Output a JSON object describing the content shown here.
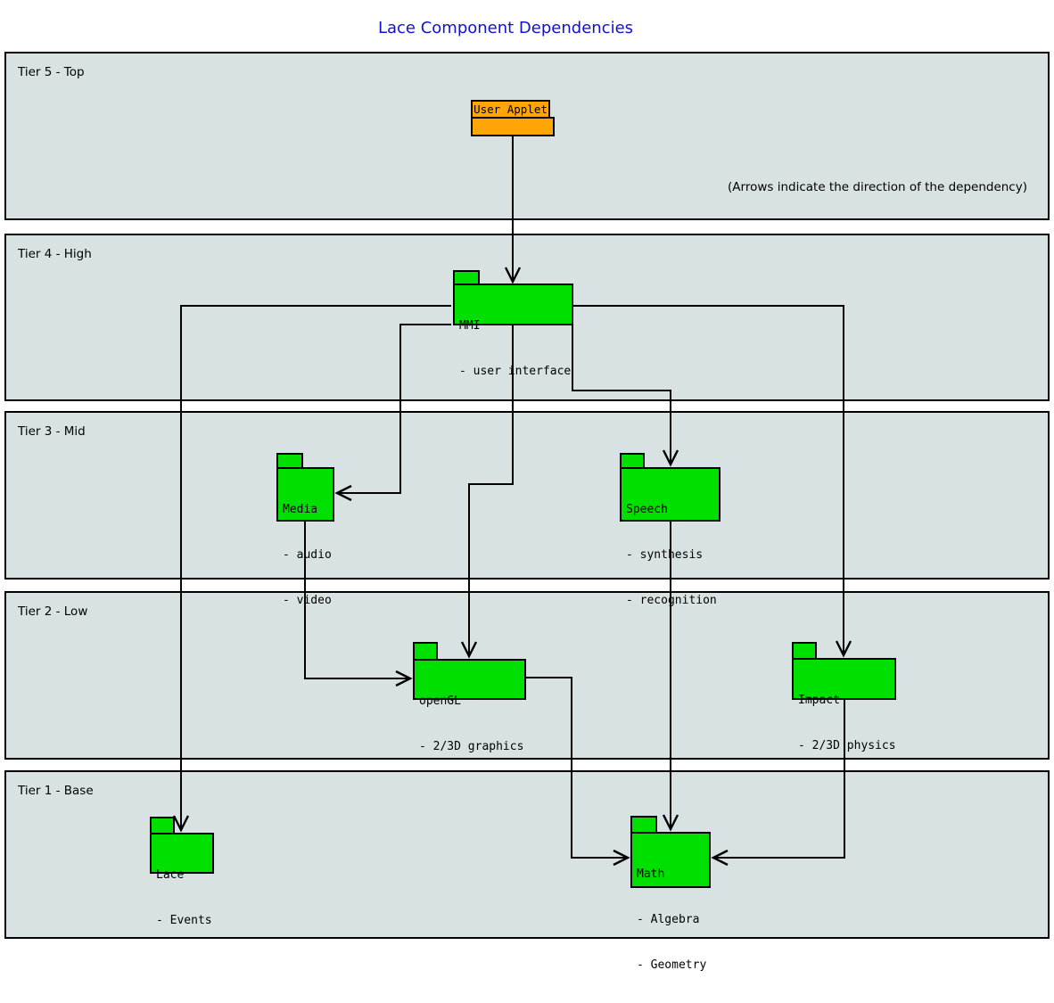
{
  "title": "Lace Component Dependencies",
  "note": "(Arrows indicate the direction of the dependency)",
  "tiers": [
    {
      "label": "Tier 5 - Top"
    },
    {
      "label": "Tier 4 - High"
    },
    {
      "label": "Tier 3 - Mid"
    },
    {
      "label": "Tier 2 - Low"
    },
    {
      "label": "Tier 1 - Base"
    }
  ],
  "components": {
    "user_applet": {
      "title": "User Applet",
      "lines": []
    },
    "mmi": {
      "title": "MMI",
      "lines": [
        "- user interface"
      ]
    },
    "media": {
      "title": "Media",
      "lines": [
        "- audio",
        "- video"
      ]
    },
    "speech": {
      "title": "Speech",
      "lines": [
        "- synthesis",
        "- recognition"
      ]
    },
    "opengl": {
      "title": "openGL",
      "lines": [
        "- 2/3D graphics"
      ]
    },
    "impact": {
      "title": "Impact",
      "lines": [
        "- 2/3D physics"
      ]
    },
    "lace": {
      "title": "Lace",
      "lines": [
        "- Events"
      ]
    },
    "math": {
      "title": "Math",
      "lines": [
        "- Algebra",
        "- Geometry"
      ]
    }
  },
  "edges": [
    {
      "from": "User Applet",
      "to": "MMI"
    },
    {
      "from": "MMI",
      "to": "Lace"
    },
    {
      "from": "MMI",
      "to": "Impact"
    },
    {
      "from": "MMI",
      "to": "Media"
    },
    {
      "from": "MMI",
      "to": "openGL"
    },
    {
      "from": "MMI",
      "to": "Speech"
    },
    {
      "from": "Media",
      "to": "openGL"
    },
    {
      "from": "Speech",
      "to": "Math"
    },
    {
      "from": "openGL",
      "to": "Math"
    },
    {
      "from": "Impact",
      "to": "Math"
    }
  ],
  "colors": {
    "component_green": "#00e000",
    "applet_orange": "#ffa505",
    "tier_fill": "#d8e2e2",
    "title_blue": "#1212d2",
    "line_black": "#000000"
  }
}
